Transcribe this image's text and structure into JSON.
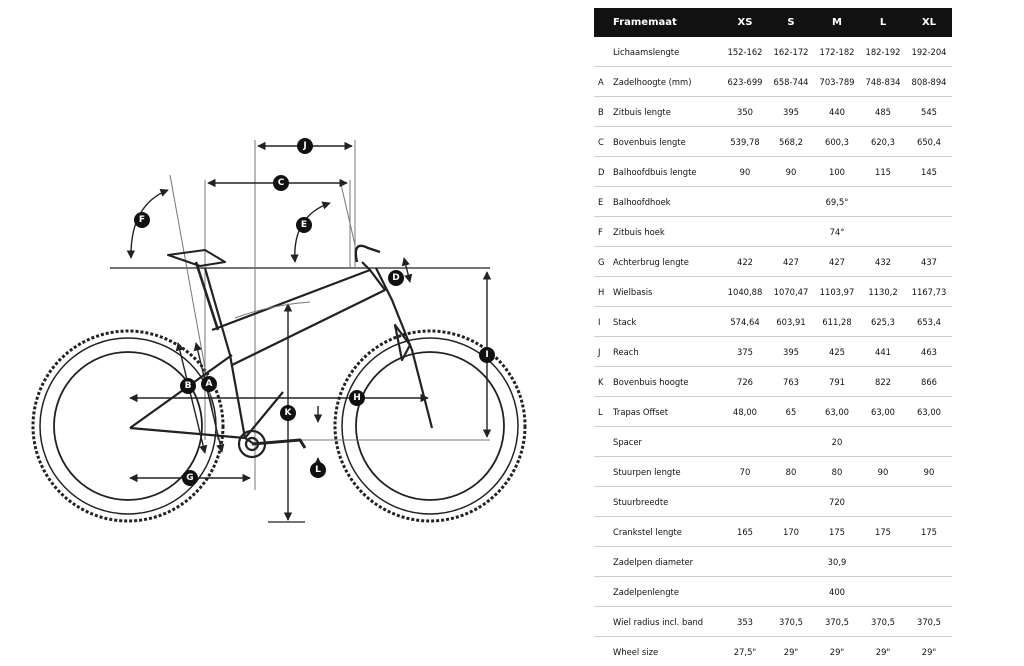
{
  "diagram": {
    "badge_letters": [
      "A",
      "B",
      "C",
      "D",
      "E",
      "F",
      "G",
      "H",
      "I",
      "J",
      "K",
      "L"
    ]
  },
  "table": {
    "header": {
      "label": "Framemaat",
      "sizes": [
        "XS",
        "S",
        "M",
        "L",
        "XL"
      ]
    },
    "rows": [
      {
        "letter": "",
        "label": "Lichaamslengte",
        "cells": [
          "152-162",
          "162-172",
          "172-182",
          "182-192",
          "192-204"
        ]
      },
      {
        "letter": "A",
        "label": "Zadelhoogte (mm)",
        "cells": [
          "623-699",
          "658-744",
          "703-789",
          "748-834",
          "808-894"
        ]
      },
      {
        "letter": "B",
        "label": "Zitbuis lengte",
        "cells": [
          "350",
          "395",
          "440",
          "485",
          "545"
        ]
      },
      {
        "letter": "C",
        "label": "Bovenbuis lengte",
        "cells": [
          "539,78",
          "568,2",
          "600,3",
          "620,3",
          "650,4"
        ]
      },
      {
        "letter": "D",
        "label": "Balhoofdbuis lengte",
        "cells": [
          "90",
          "90",
          "100",
          "115",
          "145"
        ]
      },
      {
        "letter": "E",
        "label": "Balhoofdhoek",
        "all": "69,5°"
      },
      {
        "letter": "F",
        "label": "Zitbuis hoek",
        "all": "74°"
      },
      {
        "letter": "G",
        "label": "Achterbrug lengte",
        "cells": [
          "422",
          "427",
          "427",
          "432",
          "437"
        ]
      },
      {
        "letter": "H",
        "label": "Wielbasis",
        "cells": [
          "1040,88",
          "1070,47",
          "1103,97",
          "1130,2",
          "1167,73"
        ]
      },
      {
        "letter": "I",
        "label": "Stack",
        "cells": [
          "574,64",
          "603,91",
          "611,28",
          "625,3",
          "653,4"
        ]
      },
      {
        "letter": "J",
        "label": "Reach",
        "cells": [
          "375",
          "395",
          "425",
          "441",
          "463"
        ]
      },
      {
        "letter": "K",
        "label": "Bovenbuis hoogte",
        "cells": [
          "726",
          "763",
          "791",
          "822",
          "866"
        ]
      },
      {
        "letter": "L",
        "label": "Trapas Offset",
        "cells": [
          "48,00",
          "65",
          "63,00",
          "63,00",
          "63,00"
        ]
      },
      {
        "letter": "",
        "label": "Spacer",
        "all": "20"
      },
      {
        "letter": "",
        "label": "Stuurpen lengte",
        "cells": [
          "70",
          "80",
          "80",
          "90",
          "90"
        ]
      },
      {
        "letter": "",
        "label": "Stuurbreedte",
        "all": "720"
      },
      {
        "letter": "",
        "label": "Crankstel lengte",
        "cells": [
          "165",
          "170",
          "175",
          "175",
          "175"
        ]
      },
      {
        "letter": "",
        "label": "Zadelpen diameter",
        "all": "30,9"
      },
      {
        "letter": "",
        "label": "Zadelpenlengte",
        "all": "400"
      },
      {
        "letter": "",
        "label": "Wiel radius incl. band",
        "cells": [
          "353",
          "370,5",
          "370,5",
          "370,5",
          "370,5"
        ]
      },
      {
        "letter": "",
        "label": "Wheel size",
        "cells": [
          "27,5\"",
          "29\"",
          "29\"",
          "29\"",
          "29\""
        ]
      }
    ]
  }
}
